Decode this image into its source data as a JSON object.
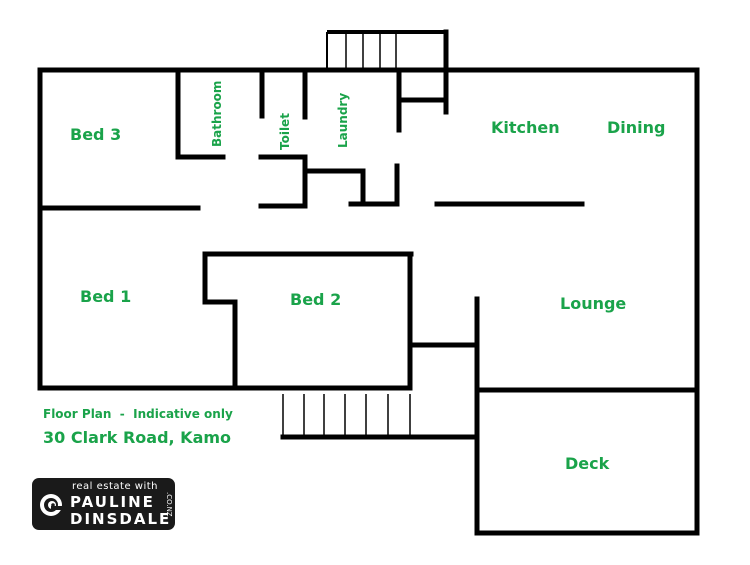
{
  "rooms": {
    "bed3": "Bed 3",
    "bathroom": "Bathroom",
    "toilet": "Toilet",
    "laundry": "Laundry",
    "kitchen": "Kitchen",
    "dining": "Dining",
    "bed1": "Bed 1",
    "bed2": "Bed 2",
    "lounge": "Lounge",
    "deck": "Deck"
  },
  "caption": {
    "subtitle": "Floor Plan  -  Indicative only",
    "address": "30 Clark Road, Kamo"
  },
  "logo": {
    "tagline": "real estate with",
    "line1": "PAULINE",
    "line2": "DINSDALE",
    "suffix": ".CO.NZ"
  },
  "colors": {
    "label": "#1aa34a",
    "wall": "#000000",
    "logo_bg": "#1a1a1a"
  }
}
